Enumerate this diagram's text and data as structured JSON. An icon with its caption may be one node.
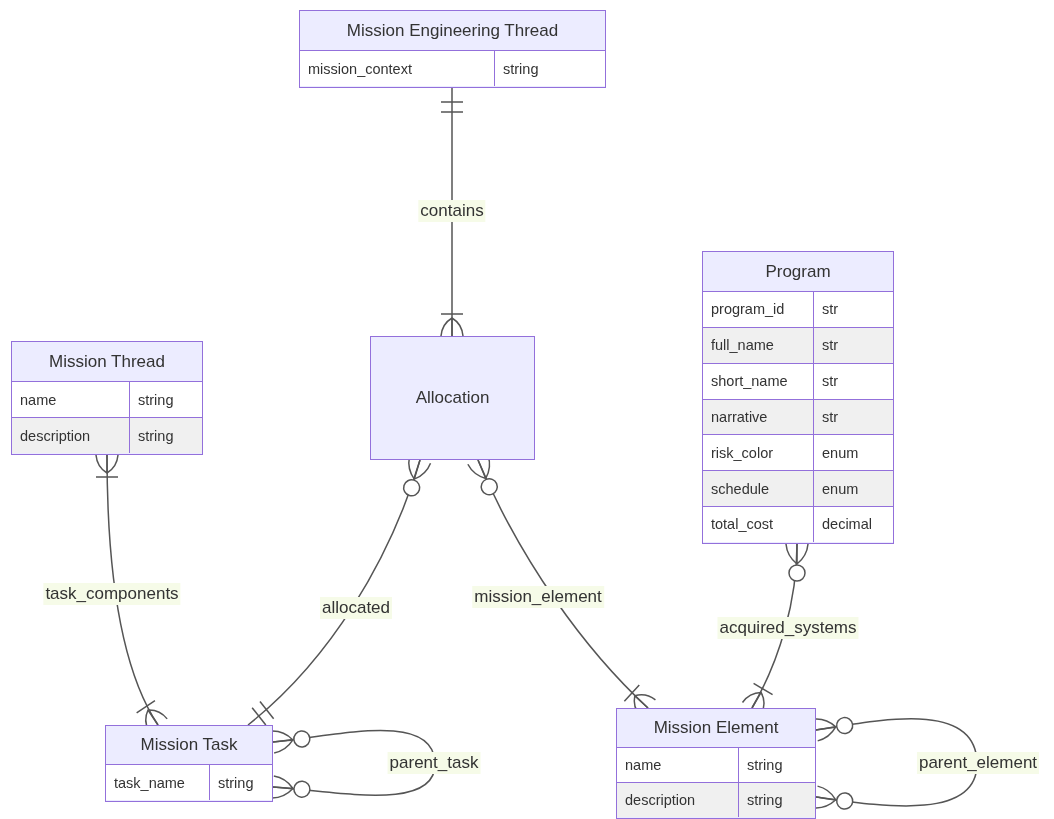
{
  "diagram": {
    "nodes": [
      {
        "text": [
          "Mission Engineering Thread",
          "mission_context",
          "string"
        ]
      },
      {
        "text": [
          "Program",
          "program_id",
          "str",
          "full_name",
          "str",
          "short_name",
          "str",
          "narrative",
          "str",
          "risk_color",
          "enum",
          "schedule",
          "enum",
          "total_cost",
          "decimal"
        ]
      },
      {
        "text": [
          "Mission Thread",
          "name",
          "string",
          "description",
          "string"
        ]
      },
      {
        "text": [
          "Allocation"
        ]
      },
      {
        "text": [
          "Mission Task",
          "task_name",
          "string"
        ]
      },
      {
        "text": [
          "Mission Element",
          "name",
          "string",
          "description",
          "string"
        ]
      }
    ],
    "edges": [
      {
        "from": 0,
        "to": 3,
        "arrow": "other",
        "label": "contains"
      },
      {
        "from": 2,
        "to": 4,
        "arrow": "other",
        "label": "task_components"
      },
      {
        "from": 3,
        "to": 4,
        "arrow": "other",
        "label": "allocated"
      },
      {
        "from": 3,
        "to": 5,
        "arrow": "other",
        "label": "mission_element"
      },
      {
        "from": 1,
        "to": 5,
        "arrow": "other",
        "label": "acquired_systems"
      },
      {
        "from": 4,
        "to": 4,
        "arrow": "other",
        "label": "parent_task"
      },
      {
        "from": 5,
        "to": 5,
        "arrow": "other",
        "label": "parent_element"
      }
    ]
  }
}
